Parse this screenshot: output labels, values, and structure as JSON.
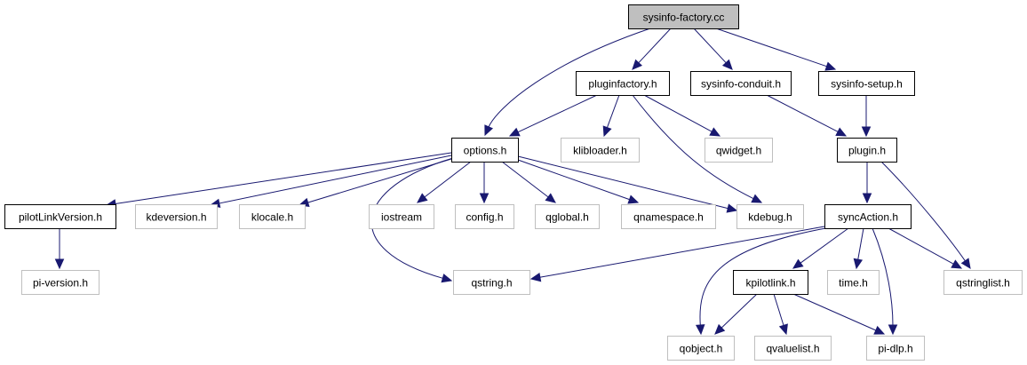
{
  "title": "sysinfo-factory.cc include dependency graph",
  "colors": {
    "edge": "#191970",
    "root_fill": "#bfbfbf",
    "documented_border": "#000000",
    "external_border": "#bfbfbf"
  },
  "nodes": {
    "sysinfo_factory_cc": {
      "label": "sysinfo-factory.cc",
      "kind": "root"
    },
    "pluginfactory_h": {
      "label": "pluginfactory.h",
      "kind": "documented"
    },
    "sysinfo_conduit_h": {
      "label": "sysinfo-conduit.h",
      "kind": "documented"
    },
    "sysinfo_setup_h": {
      "label": "sysinfo-setup.h",
      "kind": "documented"
    },
    "options_h": {
      "label": "options.h",
      "kind": "documented"
    },
    "klibloader_h": {
      "label": "klibloader.h",
      "kind": "external"
    },
    "qwidget_h": {
      "label": "qwidget.h",
      "kind": "external"
    },
    "plugin_h": {
      "label": "plugin.h",
      "kind": "documented"
    },
    "pilotLinkVersion_h": {
      "label": "pilotLinkVersion.h",
      "kind": "documented"
    },
    "kdeversion_h": {
      "label": "kdeversion.h",
      "kind": "external"
    },
    "klocale_h": {
      "label": "klocale.h",
      "kind": "external"
    },
    "iostream": {
      "label": "iostream",
      "kind": "external"
    },
    "config_h": {
      "label": "config.h",
      "kind": "external"
    },
    "qglobal_h": {
      "label": "qglobal.h",
      "kind": "external"
    },
    "qnamespace_h": {
      "label": "qnamespace.h",
      "kind": "external"
    },
    "kdebug_h": {
      "label": "kdebug.h",
      "kind": "external"
    },
    "syncAction_h": {
      "label": "syncAction.h",
      "kind": "documented"
    },
    "pi_version_h": {
      "label": "pi-version.h",
      "kind": "external"
    },
    "qstring_h": {
      "label": "qstring.h",
      "kind": "external"
    },
    "kpilotlink_h": {
      "label": "kpilotlink.h",
      "kind": "documented"
    },
    "time_h": {
      "label": "time.h",
      "kind": "external"
    },
    "qstringlist_h": {
      "label": "qstringlist.h",
      "kind": "external"
    },
    "qobject_h": {
      "label": "qobject.h",
      "kind": "external"
    },
    "qvaluelist_h": {
      "label": "qvaluelist.h",
      "kind": "external"
    },
    "pi_dlp_h": {
      "label": "pi-dlp.h",
      "kind": "external"
    }
  },
  "edges": [
    {
      "from": "sysinfo_factory_cc",
      "to": "options_h"
    },
    {
      "from": "sysinfo_factory_cc",
      "to": "pluginfactory_h"
    },
    {
      "from": "sysinfo_factory_cc",
      "to": "sysinfo_conduit_h"
    },
    {
      "from": "sysinfo_factory_cc",
      "to": "sysinfo_setup_h"
    },
    {
      "from": "pluginfactory_h",
      "to": "options_h"
    },
    {
      "from": "pluginfactory_h",
      "to": "klibloader_h"
    },
    {
      "from": "pluginfactory_h",
      "to": "qwidget_h"
    },
    {
      "from": "pluginfactory_h",
      "to": "kdebug_h"
    },
    {
      "from": "sysinfo_conduit_h",
      "to": "plugin_h"
    },
    {
      "from": "sysinfo_setup_h",
      "to": "plugin_h"
    },
    {
      "from": "options_h",
      "to": "pilotLinkVersion_h"
    },
    {
      "from": "options_h",
      "to": "kdeversion_h"
    },
    {
      "from": "options_h",
      "to": "klocale_h"
    },
    {
      "from": "options_h",
      "to": "qstring_h"
    },
    {
      "from": "options_h",
      "to": "iostream"
    },
    {
      "from": "options_h",
      "to": "config_h"
    },
    {
      "from": "options_h",
      "to": "qglobal_h"
    },
    {
      "from": "options_h",
      "to": "qnamespace_h"
    },
    {
      "from": "options_h",
      "to": "kdebug_h"
    },
    {
      "from": "pilotLinkVersion_h",
      "to": "pi_version_h"
    },
    {
      "from": "plugin_h",
      "to": "syncAction_h"
    },
    {
      "from": "plugin_h",
      "to": "qstringlist_h"
    },
    {
      "from": "syncAction_h",
      "to": "qstring_h"
    },
    {
      "from": "syncAction_h",
      "to": "qobject_h"
    },
    {
      "from": "syncAction_h",
      "to": "kpilotlink_h"
    },
    {
      "from": "syncAction_h",
      "to": "time_h"
    },
    {
      "from": "syncAction_h",
      "to": "pi_dlp_h"
    },
    {
      "from": "syncAction_h",
      "to": "qstringlist_h"
    },
    {
      "from": "kpilotlink_h",
      "to": "qobject_h"
    },
    {
      "from": "kpilotlink_h",
      "to": "qvaluelist_h"
    },
    {
      "from": "kpilotlink_h",
      "to": "pi_dlp_h"
    }
  ]
}
